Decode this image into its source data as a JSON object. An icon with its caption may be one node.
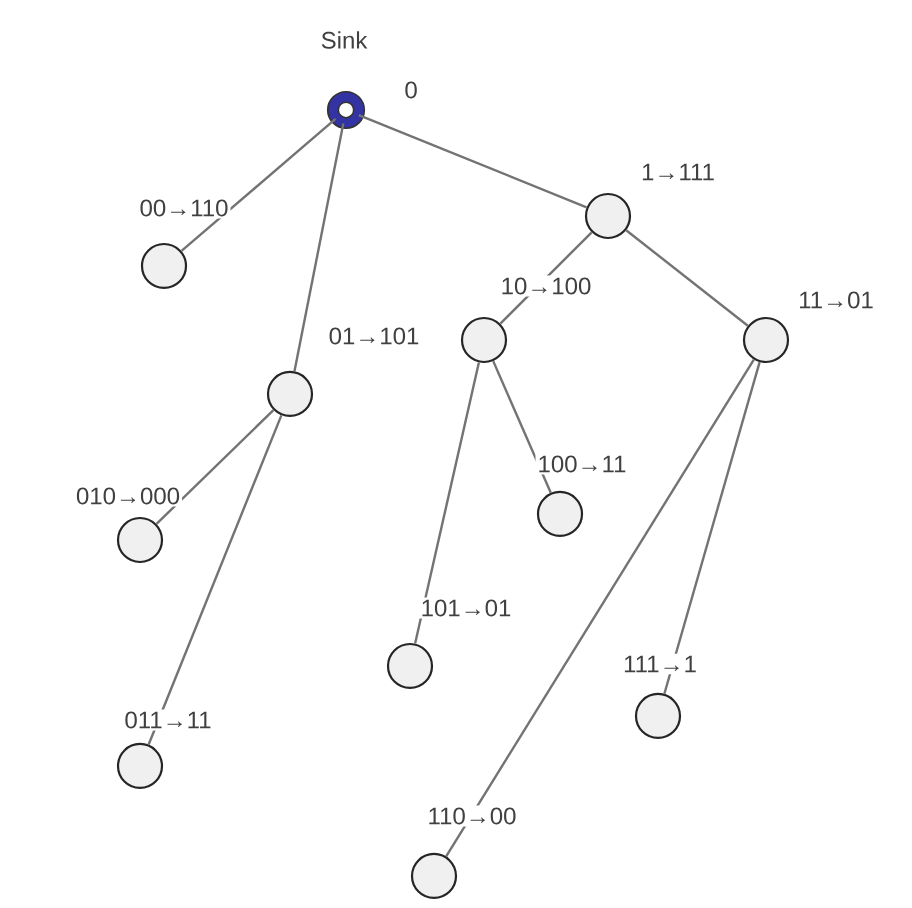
{
  "diagram": {
    "nodes": [
      {
        "text": [],
        "shape": "circle",
        "beside": [
          "Sink",
          "0"
        ]
      },
      {
        "text": [],
        "shape": "circle",
        "beside": [
          "00→110"
        ]
      },
      {
        "text": [],
        "shape": "circle",
        "beside": [
          "1→111"
        ]
      },
      {
        "text": [],
        "shape": "circle",
        "beside": [
          "01→101"
        ]
      },
      {
        "text": [],
        "shape": "circle",
        "beside": [
          "10→100"
        ]
      },
      {
        "text": [],
        "shape": "circle",
        "beside": [
          "11→01"
        ]
      },
      {
        "text": [],
        "shape": "circle",
        "beside": [
          "010→000"
        ]
      },
      {
        "text": [],
        "shape": "circle",
        "beside": [
          "100→11"
        ]
      },
      {
        "text": [],
        "shape": "circle",
        "beside": [
          "101→01"
        ]
      },
      {
        "text": [],
        "shape": "circle",
        "beside": [
          "111→1"
        ]
      },
      {
        "text": [],
        "shape": "circle",
        "beside": [
          "011→11"
        ]
      },
      {
        "text": [],
        "shape": "circle",
        "beside": [
          "110→00"
        ]
      }
    ],
    "edges": [
      {
        "from": 0,
        "to": 1,
        "arrow": "none"
      },
      {
        "from": 0,
        "to": 3,
        "arrow": "none"
      },
      {
        "from": 0,
        "to": 2,
        "arrow": "none"
      },
      {
        "from": 2,
        "to": 4,
        "arrow": "none"
      },
      {
        "from": 2,
        "to": 5,
        "arrow": "none"
      },
      {
        "from": 3,
        "to": 6,
        "arrow": "none"
      },
      {
        "from": 3,
        "to": 10,
        "arrow": "none"
      },
      {
        "from": 4,
        "to": 8,
        "arrow": "none"
      },
      {
        "from": 4,
        "to": 7,
        "arrow": "none"
      },
      {
        "from": 5,
        "to": 11,
        "arrow": "none"
      },
      {
        "from": 5,
        "to": 9,
        "arrow": "none"
      }
    ]
  }
}
